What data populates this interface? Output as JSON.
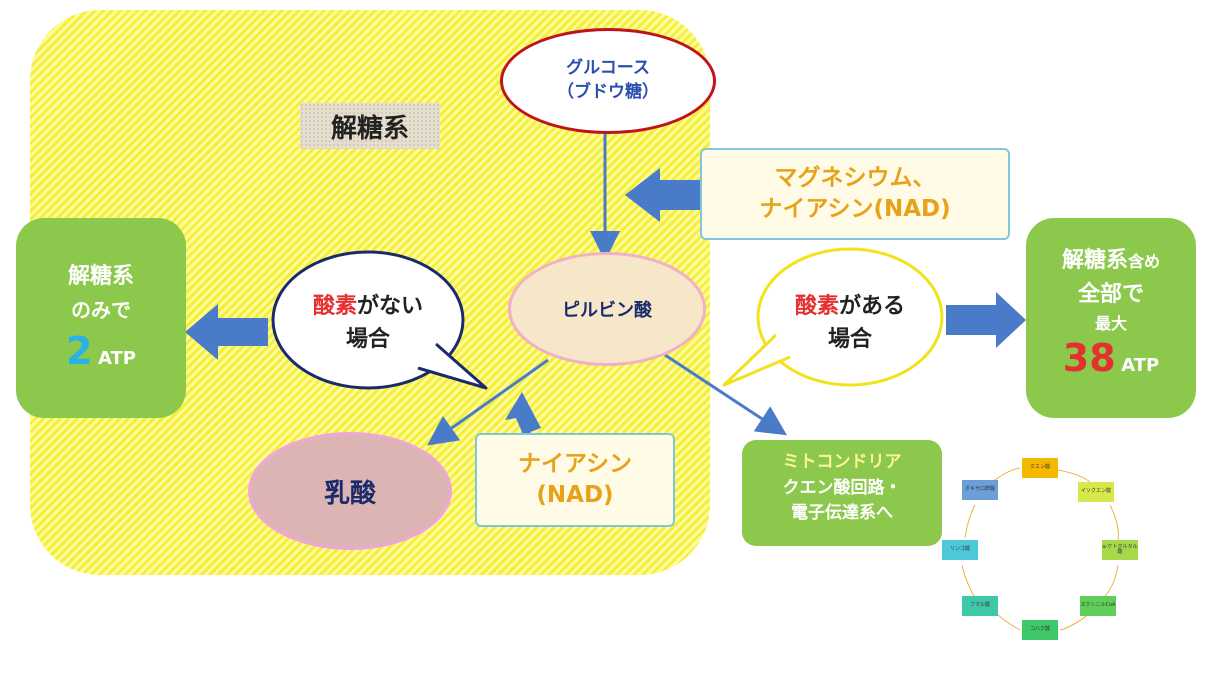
{
  "glycolysis_label": "解糖系",
  "glucose": {
    "line1": "グルコース",
    "line2": "（ブドウ糖）"
  },
  "cofactor_top": {
    "line1": "マグネシウム、",
    "line2": "ナイアシン(NAD)"
  },
  "pyruvate": "ピルビン酸",
  "no_oxygen": {
    "highlight": "酸素",
    "rest": "がない",
    "line2": "場合"
  },
  "with_oxygen": {
    "highlight": "酸素",
    "rest": "がある",
    "line2": "場合"
  },
  "anaerobic_result": {
    "line1": "解糖系",
    "line2": "のみで",
    "number": "2",
    "unit": "ATP"
  },
  "aerobic_result": {
    "line1": "解糖系",
    "line1_small": "含め",
    "line2": "全部で",
    "line3": "最大",
    "number": "38",
    "unit": "ATP"
  },
  "lactic_acid": "乳酸",
  "cofactor_bottom": {
    "line1": "ナイアシン",
    "line2": "(NAD)"
  },
  "mitochondria": {
    "line1": "ミトコンドリア",
    "line2": "クエン酸回路・",
    "line3": "電子伝達系へ"
  },
  "tca_cycle": [
    {
      "label": "クエン酸",
      "color": "#f5b800"
    },
    {
      "label": "イソクエン酸",
      "color": "#d6e84a"
    },
    {
      "label": "α-ケトグルタル酸",
      "color": "#a6d84a"
    },
    {
      "label": "スクシニルCoA",
      "color": "#5fcf5a"
    },
    {
      "label": "コハク酸",
      "color": "#3fc86a"
    },
    {
      "label": "フマル酸",
      "color": "#3fc8a8"
    },
    {
      "label": "リンゴ酸",
      "color": "#4ec8d8"
    },
    {
      "label": "オキサロ酢酸",
      "color": "#6a9fd8"
    }
  ],
  "colors": {
    "arrow": "#4a7bc8",
    "green": "#8cc84b",
    "red": "#e53030",
    "orange": "#e6a319",
    "navy": "#1b2a6b"
  }
}
